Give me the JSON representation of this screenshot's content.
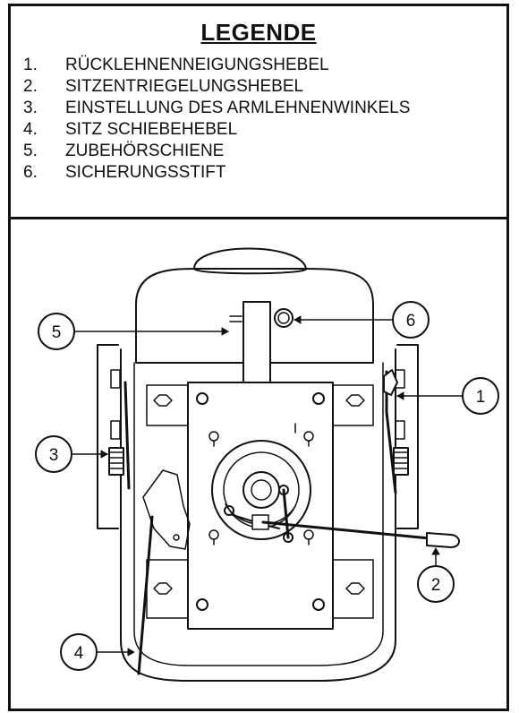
{
  "legend": {
    "title": "LEGENDE",
    "items": [
      {
        "num": "1.",
        "label": "RÜCKLEHNENNEIGUNGSHEBEL"
      },
      {
        "num": "2.",
        "label": "SITZENTRIEGELUNGSHEBEL"
      },
      {
        "num": "3.",
        "label": "EINSTELLUNG DES ARMLEHNENWINKELS"
      },
      {
        "num": "4.",
        "label": "SITZ SCHIEBEHEBEL"
      },
      {
        "num": "5.",
        "label": "ZUBEHÖRSCHIENE"
      },
      {
        "num": "6.",
        "label": "SICHERUNGSSTIFT"
      }
    ]
  },
  "callouts": {
    "c1": "1",
    "c2": "2",
    "c3": "3",
    "c4": "4",
    "c5": "5",
    "c6": "6"
  }
}
